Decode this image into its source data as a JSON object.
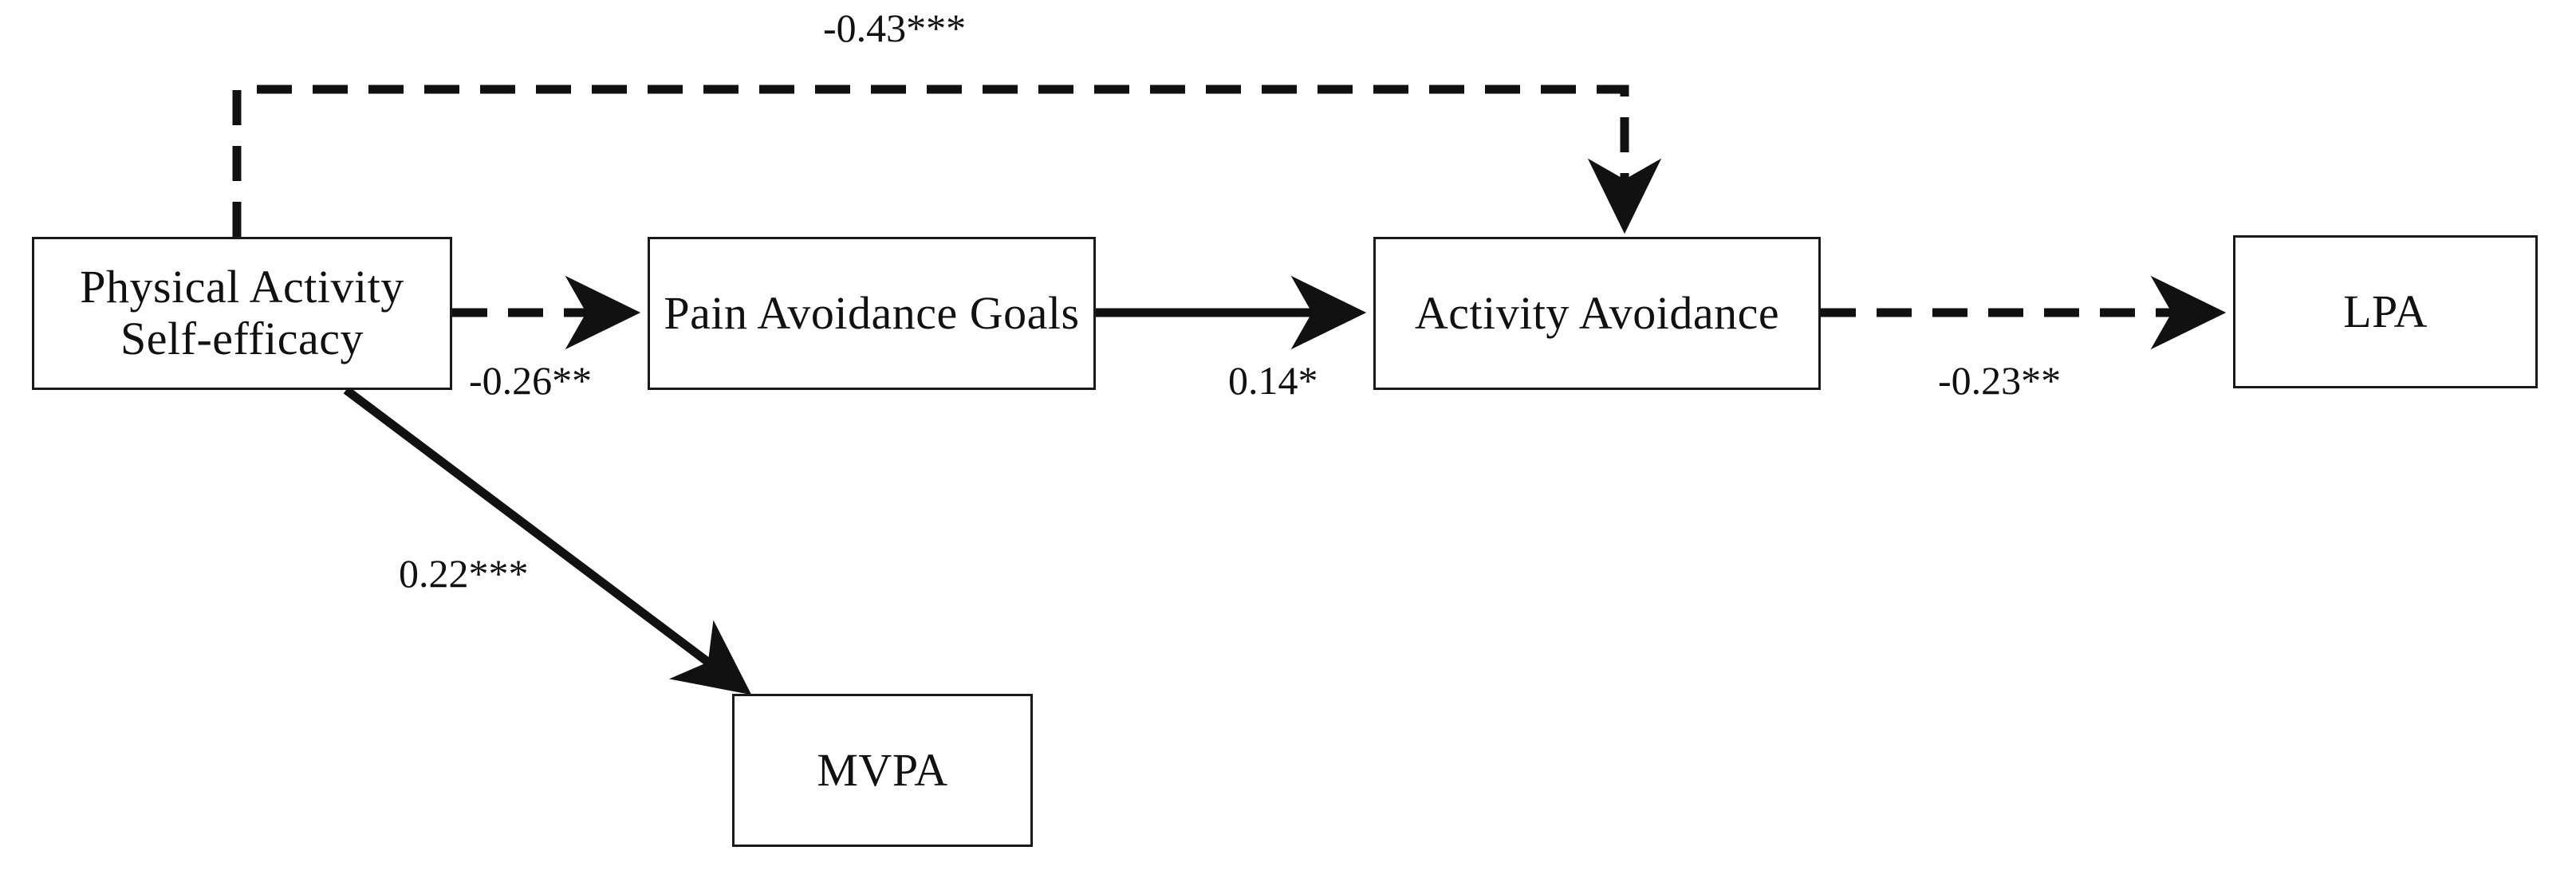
{
  "diagram": {
    "type": "path-model",
    "title": "",
    "background_color": "#ffffff",
    "line_color": "#111111",
    "nodes": [
      {
        "id": "pa-self-efficacy",
        "label": "Physical Activity\nSelf-efficacy"
      },
      {
        "id": "pain-avoidance-goals",
        "label": "Pain Avoidance Goals"
      },
      {
        "id": "activity-avoidance",
        "label": "Activity Avoidance"
      },
      {
        "id": "lpa",
        "label": "LPA"
      },
      {
        "id": "mvpa",
        "label": "MVPA"
      }
    ],
    "paths": [
      {
        "id": "se-to-activity-avoidance",
        "from": "pa-self-efficacy",
        "to": "activity-avoidance",
        "coefficient": "-0.43***",
        "value": -0.43,
        "significance": "***",
        "style": "dashed",
        "route": "elbow-top"
      },
      {
        "id": "se-to-pain-goals",
        "from": "pa-self-efficacy",
        "to": "pain-avoidance-goals",
        "coefficient": "-0.26**",
        "value": -0.26,
        "significance": "**",
        "style": "dashed",
        "route": "horizontal"
      },
      {
        "id": "pain-goals-to-activity-avoidance",
        "from": "pain-avoidance-goals",
        "to": "activity-avoidance",
        "coefficient": "0.14*",
        "value": 0.14,
        "significance": "*",
        "style": "solid",
        "route": "horizontal"
      },
      {
        "id": "activity-avoidance-to-lpa",
        "from": "activity-avoidance",
        "to": "lpa",
        "coefficient": "-0.23**",
        "value": -0.23,
        "significance": "**",
        "style": "dashed",
        "route": "horizontal"
      },
      {
        "id": "se-to-mvpa",
        "from": "pa-self-efficacy",
        "to": "mvpa",
        "coefficient": "0.22***",
        "value": 0.22,
        "significance": "***",
        "style": "solid",
        "route": "diagonal"
      }
    ]
  }
}
